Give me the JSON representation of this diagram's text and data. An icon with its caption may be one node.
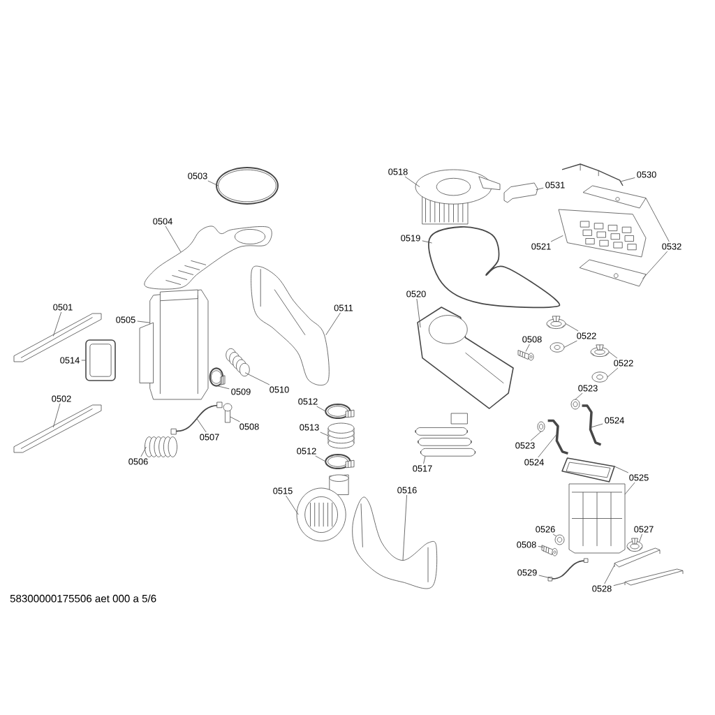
{
  "diagram": {
    "nodes": [
      {
        "text": [
          "0503"
        ]
      },
      {
        "text": [],
        "shape": "picture"
      },
      {
        "text": [
          "0504"
        ]
      },
      {
        "text": [],
        "shape": "picture"
      },
      {
        "text": [
          "0501"
        ]
      },
      {
        "text": [],
        "shape": "picture"
      },
      {
        "text": [
          "0505"
        ]
      },
      {
        "text": [],
        "shape": "picture"
      },
      {
        "text": [
          "0514"
        ]
      },
      {
        "text": [],
        "shape": "picture"
      },
      {
        "text": [
          "0502"
        ]
      },
      {
        "text": [],
        "shape": "picture"
      },
      {
        "text": [
          "0511"
        ]
      },
      {
        "text": [],
        "shape": "picture"
      },
      {
        "text": [
          "0509"
        ]
      },
      {
        "text": [],
        "shape": "picture"
      },
      {
        "text": [
          "0510"
        ]
      },
      {
        "text": [],
        "shape": "picture"
      },
      {
        "text": [
          "0508"
        ]
      },
      {
        "text": [],
        "shape": "picture"
      },
      {
        "text": [
          "0507"
        ]
      },
      {
        "text": [],
        "shape": "picture"
      },
      {
        "text": [
          "0506"
        ]
      },
      {
        "text": [],
        "shape": "picture"
      },
      {
        "text": [
          "0512"
        ]
      },
      {
        "text": [],
        "shape": "picture"
      },
      {
        "text": [
          "0513"
        ]
      },
      {
        "text": [],
        "shape": "picture"
      },
      {
        "text": [
          "0512"
        ]
      },
      {
        "text": [],
        "shape": "picture"
      },
      {
        "text": [
          "0515"
        ]
      },
      {
        "text": [],
        "shape": "picture"
      },
      {
        "text": [
          "0516"
        ]
      },
      {
        "text": [],
        "shape": "picture"
      },
      {
        "text": [
          "0518"
        ]
      },
      {
        "text": [],
        "shape": "picture"
      },
      {
        "text": [
          "0531"
        ]
      },
      {
        "text": [],
        "shape": "picture"
      },
      {
        "text": [
          "0530"
        ]
      },
      {
        "text": [],
        "shape": "picture"
      },
      {
        "text": [
          "0519"
        ]
      },
      {
        "text": [],
        "shape": "picture"
      },
      {
        "text": [
          "0521"
        ]
      },
      {
        "text": [],
        "shape": "picture"
      },
      {
        "text": [
          "0532"
        ]
      },
      {
        "text": [],
        "shape": "picture"
      },
      {
        "text": [],
        "shape": "picture"
      },
      {
        "text": [
          "0520"
        ]
      },
      {
        "text": [],
        "shape": "picture"
      },
      {
        "text": [
          "0522"
        ]
      },
      {
        "text": [],
        "shape": "picture"
      },
      {
        "text": [],
        "shape": "picture"
      },
      {
        "text": [
          "0522"
        ]
      },
      {
        "text": [],
        "shape": "picture"
      },
      {
        "text": [],
        "shape": "picture"
      },
      {
        "text": [
          "0508"
        ]
      },
      {
        "text": [],
        "shape": "picture"
      },
      {
        "text": [
          "0523"
        ]
      },
      {
        "text": [],
        "shape": "picture"
      },
      {
        "text": [
          "0524"
        ]
      },
      {
        "text": [],
        "shape": "picture"
      },
      {
        "text": [
          "0517"
        ]
      },
      {
        "text": [],
        "shape": "picture"
      },
      {
        "text": [
          "0523"
        ]
      },
      {
        "text": [],
        "shape": "picture"
      },
      {
        "text": [
          "0524"
        ]
      },
      {
        "text": [],
        "shape": "picture"
      },
      {
        "text": [
          "0525"
        ]
      },
      {
        "text": [],
        "shape": "picture"
      },
      {
        "text": [],
        "shape": "picture"
      },
      {
        "text": [
          "0526"
        ]
      },
      {
        "text": [],
        "shape": "picture"
      },
      {
        "text": [
          "0527"
        ]
      },
      {
        "text": [],
        "shape": "picture"
      },
      {
        "text": [
          "0508"
        ]
      },
      {
        "text": [],
        "shape": "picture"
      },
      {
        "text": [
          "0529"
        ]
      },
      {
        "text": [],
        "shape": "picture"
      },
      {
        "text": [
          "0528"
        ]
      },
      {
        "text": [],
        "shape": "picture"
      },
      {
        "text": [],
        "shape": "picture"
      }
    ],
    "edges": [
      {
        "from": 0,
        "to": 1,
        "arrow": "none"
      },
      {
        "from": 2,
        "to": 3,
        "arrow": "none"
      },
      {
        "from": 4,
        "to": 5,
        "arrow": "none"
      },
      {
        "from": 6,
        "to": 7,
        "arrow": "none"
      },
      {
        "from": 8,
        "to": 9,
        "arrow": "none"
      },
      {
        "from": 10,
        "to": 11,
        "arrow": "none"
      },
      {
        "from": 12,
        "to": 13,
        "arrow": "none"
      },
      {
        "from": 14,
        "to": 15,
        "arrow": "none"
      },
      {
        "from": 16,
        "to": 17,
        "arrow": "none"
      },
      {
        "from": 18,
        "to": 19,
        "arrow": "none"
      },
      {
        "from": 20,
        "to": 21,
        "arrow": "none"
      },
      {
        "from": 22,
        "to": 23,
        "arrow": "none"
      },
      {
        "from": 24,
        "to": 25,
        "arrow": "none"
      },
      {
        "from": 26,
        "to": 27,
        "arrow": "none"
      },
      {
        "from": 28,
        "to": 29,
        "arrow": "none"
      },
      {
        "from": 30,
        "to": 31,
        "arrow": "none"
      },
      {
        "from": 32,
        "to": 33,
        "arrow": "none"
      },
      {
        "from": 34,
        "to": 35,
        "arrow": "none"
      },
      {
        "from": 36,
        "to": 37,
        "arrow": "none"
      },
      {
        "from": 38,
        "to": 39,
        "arrow": "none"
      },
      {
        "from": 40,
        "to": 41,
        "arrow": "none"
      },
      {
        "from": 42,
        "to": 43,
        "arrow": "none"
      },
      {
        "from": 44,
        "to": 45,
        "arrow": "none"
      },
      {
        "from": 44,
        "to": 46,
        "arrow": "none"
      },
      {
        "from": 47,
        "to": 48,
        "arrow": "none"
      },
      {
        "from": 49,
        "to": 50,
        "arrow": "none"
      },
      {
        "from": 49,
        "to": 51,
        "arrow": "none"
      },
      {
        "from": 52,
        "to": 53,
        "arrow": "none"
      },
      {
        "from": 52,
        "to": 54,
        "arrow": "none"
      },
      {
        "from": 55,
        "to": 56,
        "arrow": "none"
      },
      {
        "from": 57,
        "to": 58,
        "arrow": "none"
      },
      {
        "from": 59,
        "to": 60,
        "arrow": "none"
      },
      {
        "from": 61,
        "to": 62,
        "arrow": "none"
      },
      {
        "from": 63,
        "to": 64,
        "arrow": "none"
      },
      {
        "from": 65,
        "to": 66,
        "arrow": "none"
      },
      {
        "from": 67,
        "to": 68,
        "arrow": "none"
      },
      {
        "from": 67,
        "to": 69,
        "arrow": "none"
      },
      {
        "from": 70,
        "to": 71,
        "arrow": "none"
      },
      {
        "from": 72,
        "to": 73,
        "arrow": "none"
      },
      {
        "from": 74,
        "to": 75,
        "arrow": "none"
      },
      {
        "from": 76,
        "to": 77,
        "arrow": "none"
      },
      {
        "from": 78,
        "to": 79,
        "arrow": "none"
      },
      {
        "from": 78,
        "to": 80,
        "arrow": "none"
      }
    ],
    "labels": [
      "58300000175506 aet 000 a 5/6"
    ]
  }
}
